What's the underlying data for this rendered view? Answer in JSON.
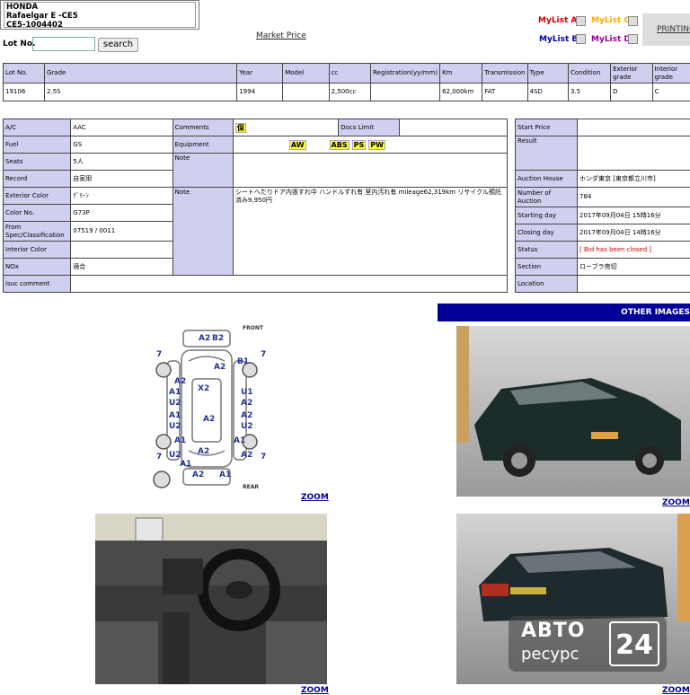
{
  "header": {
    "make": "HONDA",
    "model": "Rafaelgar E -CE5",
    "chassis": "CE5-1004402",
    "lot_label": "Lot No.",
    "search_label": "search",
    "market_price": "Market Price",
    "printing": "PRINTING"
  },
  "mylists": [
    {
      "label": "MyList A",
      "color": "#cc0000"
    },
    {
      "label": "MyList C",
      "color": "#ffaa00"
    },
    {
      "label": "MyList B",
      "color": "#000099"
    },
    {
      "label": "MyList D",
      "color": "#990099"
    }
  ],
  "lot_table": {
    "headers": [
      "Lot No.",
      "Grade",
      "Year",
      "Model",
      "cc",
      "Registration(yy/mm)",
      "Km",
      "Transmission",
      "Type",
      "Condition",
      "Exterior grade",
      "Interior grade"
    ],
    "row": [
      "19106",
      "2.5S",
      "1994",
      "",
      "2,500cc",
      "",
      "62,000km",
      "FAT",
      "4SD",
      "3.5",
      "D",
      "C"
    ]
  },
  "details": {
    "ac_label": "A/C",
    "ac": "AAC",
    "comments_label": "Comments",
    "comments_badge": "保",
    "docs_label": "Docs Limit",
    "fuel_label": "Fuel",
    "fuel": "GS",
    "equipment_label": "Equipment",
    "equipment": [
      "AW",
      "ABS",
      "PS",
      "PW"
    ],
    "seats_label": "Seats",
    "seats": "5人",
    "note_label": "Note",
    "record_label": "Record",
    "record": "自家用",
    "ext_color_label": "Exterior Color",
    "ext_color": "ｸﾞﾘｰﾝ",
    "note2_label": "Note",
    "note2": "シートへたりドア内張すれ中 ハンドルすれ有 室内汚れ有 mileage62,319km リサイクル預託済み9,950円",
    "color_no_label": "Color No.",
    "color_no": "G73P",
    "spec_label": "From Spec/Classification",
    "spec": "07519 / 0011",
    "int_color_label": "Interior Color",
    "nox_label": "NOx",
    "nox": "適合",
    "isuc_label": "isuc comment"
  },
  "auction": {
    "start_price_label": "Start Price",
    "result_label": "Result",
    "house_label": "Auction House",
    "house": "ホンダ東京 [東京都立川市]",
    "number_label": "Number of Auction",
    "number": "784",
    "starting_label": "Starting day",
    "starting": "2017年09月04日 15時16分",
    "closing_label": "Closing day",
    "closing": "2017年09月04日 14時16分",
    "status_label": "Status",
    "status": "[ Bid has been closed ]",
    "section_label": "Section",
    "section": "ローブラ売切",
    "location_label": "Location"
  },
  "other_images": "OTHER IMAGES",
  "zoom": "ZOOM",
  "diagram": {
    "front": "FRONT",
    "rear": "REAR",
    "labels": [
      "A2",
      "B2",
      "A2",
      "B1",
      "A2",
      "X2",
      "A1",
      "U2",
      "U1",
      "A2",
      "A1",
      "U2",
      "A2",
      "A2",
      "U2",
      "A1",
      "A1",
      "A2",
      "U2",
      "A2",
      "A1",
      "A2",
      "A1",
      "7",
      "7",
      "7",
      "7"
    ]
  },
  "watermark": {
    "line1": "АВТО",
    "line2": "ресурс",
    "num": "24"
  }
}
